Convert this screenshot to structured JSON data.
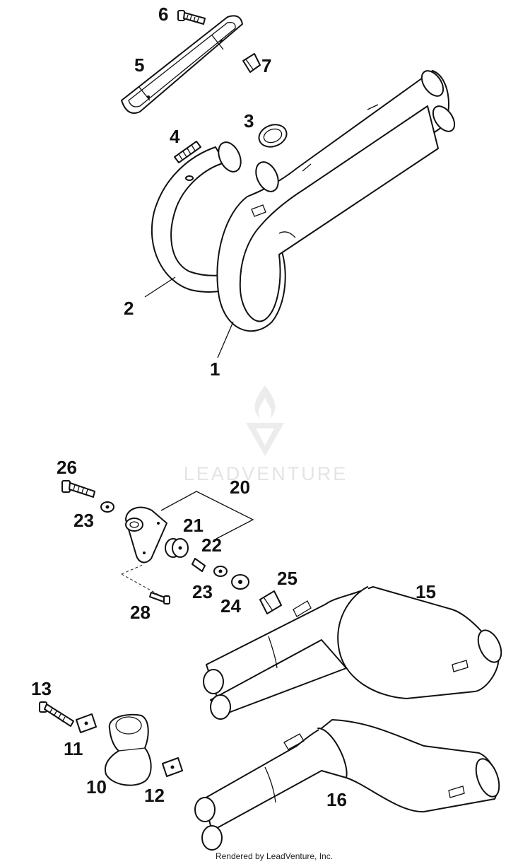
{
  "callouts": {
    "c1": "1",
    "c2": "2",
    "c3": "3",
    "c4": "4",
    "c5": "5",
    "c6": "6",
    "c7": "7",
    "c10": "10",
    "c11": "11",
    "c12": "12",
    "c13": "13",
    "c15": "15",
    "c16": "16",
    "c20": "20",
    "c21": "21",
    "c22": "22",
    "c23a": "23",
    "c23b": "23",
    "c24": "24",
    "c25": "25",
    "c26": "26",
    "c28": "28"
  },
  "watermark": "LEADVENTURE",
  "footer": "Rendered by LeadVenture, Inc."
}
